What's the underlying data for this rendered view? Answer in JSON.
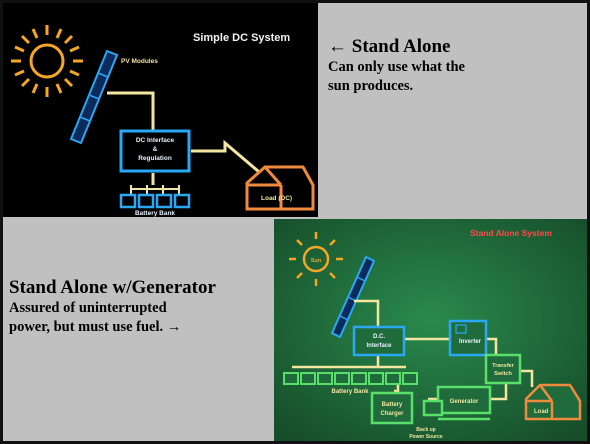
{
  "top_panel": {
    "title": "Simple DC System",
    "labels": {
      "pv_modules": "PV Modules",
      "dc_interface_1": "DC Interface",
      "dc_interface_2": "&",
      "dc_interface_3": "Regulation",
      "load": "Load (DC)",
      "battery_bank": "Battery Bank"
    }
  },
  "top_text": {
    "heading": "← Stand Alone",
    "line1": "Can only use what the",
    "line2": "sun produces."
  },
  "bottom_text": {
    "heading": "Stand Alone w/Generator",
    "line1": "Assured of uninterrupted",
    "line2": "power, but must use fuel. →"
  },
  "bottom_panel": {
    "title": "Stand Alone System",
    "labels": {
      "sun": "Sun",
      "dc_interface_1": "D.C.",
      "dc_interface_2": "Interface",
      "inverter": "Inverter",
      "transfer_switch_1": "Transfer",
      "transfer_switch_2": "Switch",
      "load": "Load",
      "battery_bank": "Battery Bank",
      "battery_charger_1": "Battery",
      "battery_charger_2": "Charger",
      "generator": "Generator",
      "backup_1": "Back up",
      "backup_2": "Power Source"
    }
  },
  "colors": {
    "frame_gray": "#c0c0c0",
    "sun_orange": "#f5a623",
    "wire_yellow": "#f2e6a0",
    "dc_blue": "#2aa8f5",
    "load_orange": "#f08a3c",
    "title_red": "#ff4a4a",
    "green_panel": "#1f6b3b",
    "green_boxes": "#5ae06a"
  }
}
